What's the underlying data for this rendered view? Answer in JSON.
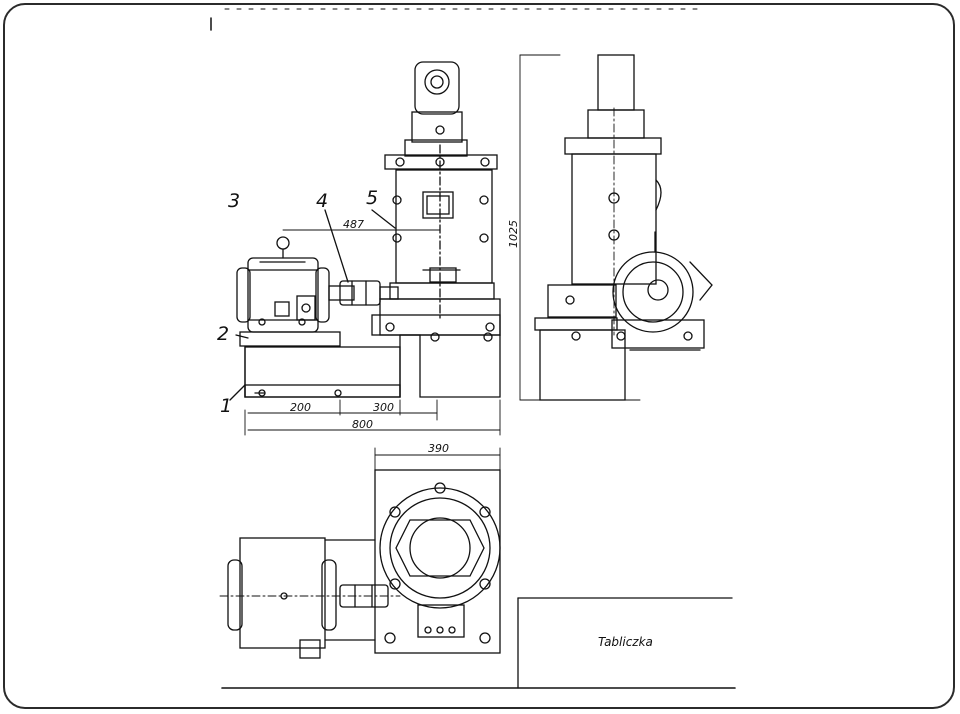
{
  "labels": {
    "part_1": "1",
    "part_2": "2",
    "part_3": "3",
    "part_4": "4",
    "part_5": "5"
  },
  "dimensions": {
    "d_487": "487",
    "d_200": "200",
    "d_300": "300",
    "d_800": "800",
    "d_1025": "1025",
    "d_390": "390"
  },
  "plate_label": "Tabliczka",
  "colors": {
    "line": "#111111",
    "frame": "#2b2b2b"
  }
}
